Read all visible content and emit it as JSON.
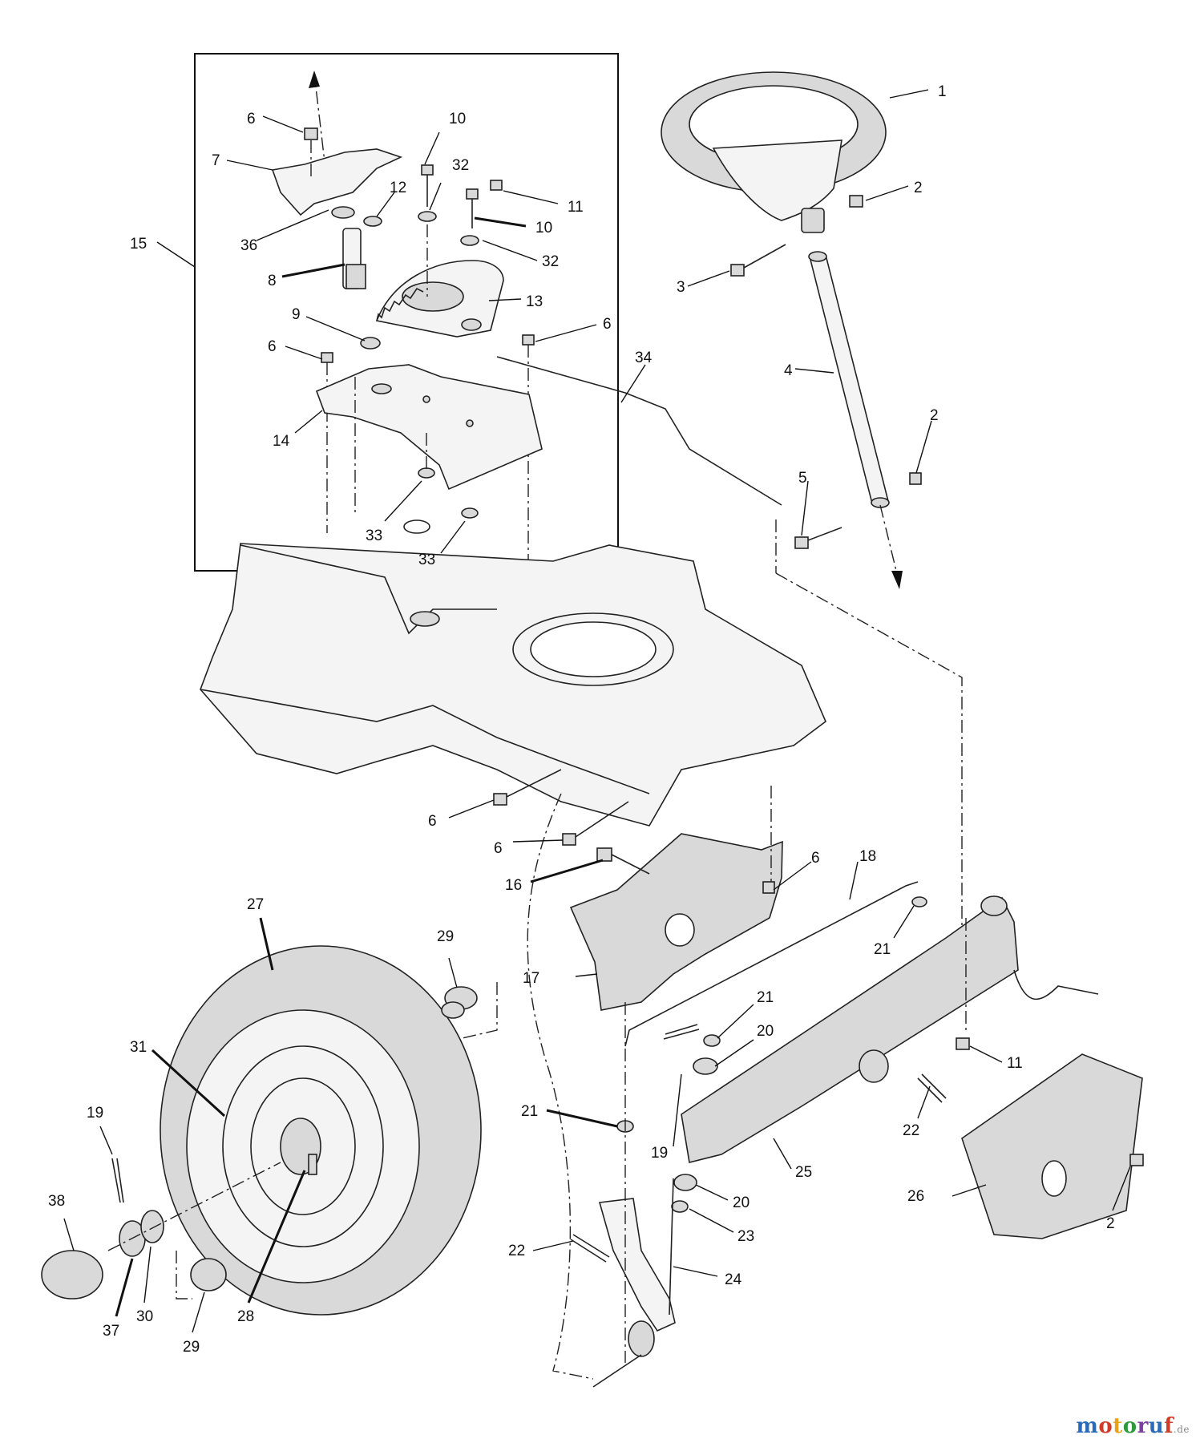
{
  "labels": [
    {
      "id": "p1",
      "text": "1"
    },
    {
      "id": "p2a",
      "text": "2"
    },
    {
      "id": "p3",
      "text": "3"
    },
    {
      "id": "p4",
      "text": "4"
    },
    {
      "id": "p2b",
      "text": "2"
    },
    {
      "id": "p5",
      "text": "5"
    },
    {
      "id": "p6a",
      "text": "6"
    },
    {
      "id": "p7",
      "text": "7"
    },
    {
      "id": "p10a",
      "text": "10"
    },
    {
      "id": "p32a",
      "text": "32"
    },
    {
      "id": "p11a",
      "text": "11"
    },
    {
      "id": "p12",
      "text": "12"
    },
    {
      "id": "p10b",
      "text": "10"
    },
    {
      "id": "p36",
      "text": "36"
    },
    {
      "id": "p32b",
      "text": "32"
    },
    {
      "id": "p15",
      "text": "15"
    },
    {
      "id": "p8",
      "text": "8"
    },
    {
      "id": "p13",
      "text": "13"
    },
    {
      "id": "p9",
      "text": "9"
    },
    {
      "id": "p6b",
      "text": "6"
    },
    {
      "id": "p6c",
      "text": "6"
    },
    {
      "id": "p34",
      "text": "34"
    },
    {
      "id": "p14",
      "text": "14"
    },
    {
      "id": "p33a",
      "text": "33"
    },
    {
      "id": "p33b",
      "text": "33"
    },
    {
      "id": "p6d",
      "text": "6"
    },
    {
      "id": "p6e",
      "text": "6"
    },
    {
      "id": "p16",
      "text": "16"
    },
    {
      "id": "p6f",
      "text": "6"
    },
    {
      "id": "p18",
      "text": "18"
    },
    {
      "id": "p21a",
      "text": "21"
    },
    {
      "id": "p27",
      "text": "27"
    },
    {
      "id": "p29a",
      "text": "29"
    },
    {
      "id": "p17",
      "text": "17"
    },
    {
      "id": "p21b",
      "text": "21"
    },
    {
      "id": "p20a",
      "text": "20"
    },
    {
      "id": "p31",
      "text": "31"
    },
    {
      "id": "p11b",
      "text": "11"
    },
    {
      "id": "p19a",
      "text": "19"
    },
    {
      "id": "p19b",
      "text": "19"
    },
    {
      "id": "p21c",
      "text": "21"
    },
    {
      "id": "p22a",
      "text": "22"
    },
    {
      "id": "p25",
      "text": "25"
    },
    {
      "id": "p26",
      "text": "26"
    },
    {
      "id": "p38",
      "text": "38"
    },
    {
      "id": "p20b",
      "text": "20"
    },
    {
      "id": "p2c",
      "text": "2"
    },
    {
      "id": "p23",
      "text": "23"
    },
    {
      "id": "p22b",
      "text": "22"
    },
    {
      "id": "p24",
      "text": "24"
    },
    {
      "id": "p37",
      "text": "37"
    },
    {
      "id": "p30",
      "text": "30"
    },
    {
      "id": "p28",
      "text": "28"
    },
    {
      "id": "p29b",
      "text": "29"
    }
  ],
  "watermark": {
    "brand": "motoruf",
    "suffix": ".de",
    "colors": [
      "#2a6bb8",
      "#d23a2a",
      "#e8a21a",
      "#2f9a3c",
      "#7a3fa0",
      "#2a6bb8",
      "#d23a2a"
    ]
  }
}
